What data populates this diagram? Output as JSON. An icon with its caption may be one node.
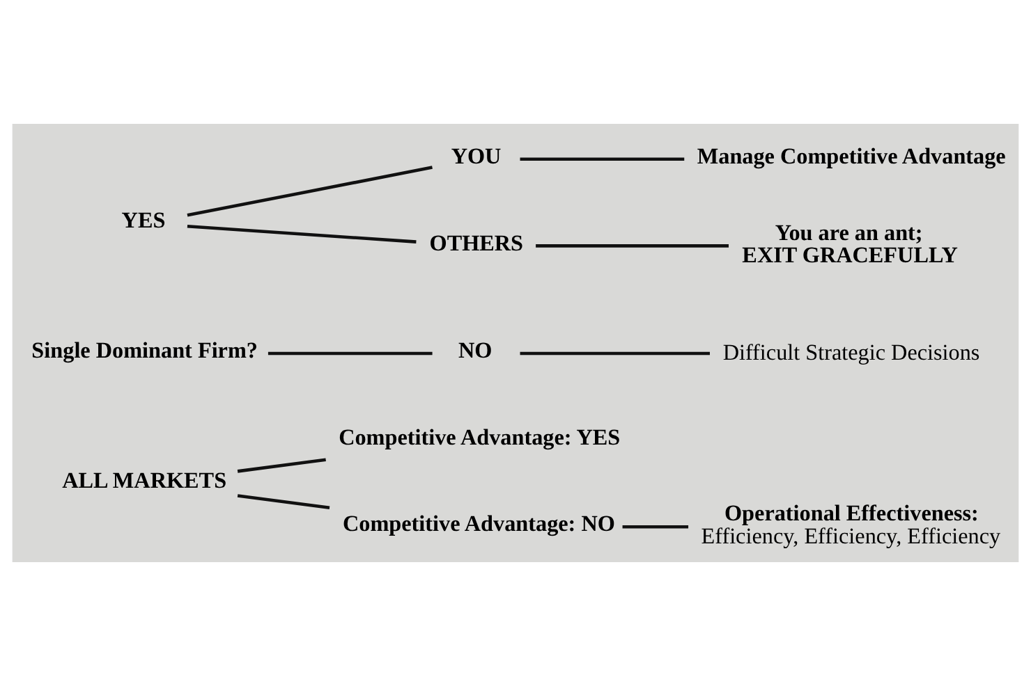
{
  "diagram": {
    "nodes": [
      {
        "text": [
          "ALL MARKETS"
        ]
      },
      {
        "text": [
          "Competitive Advantage: YES"
        ]
      },
      {
        "text": [
          "Competitive Advantage: NO"
        ]
      },
      {
        "text": [
          "Single Dominant Firm?"
        ]
      },
      {
        "text": [
          "YES"
        ]
      },
      {
        "text": [
          "NO"
        ]
      },
      {
        "text": [
          "YOU"
        ]
      },
      {
        "text": [
          "OTHERS"
        ]
      },
      {
        "text": [
          "Manage Competitive Advantage"
        ]
      },
      {
        "text": [
          "You are an ant;",
          "EXIT GRACEFULLY"
        ]
      },
      {
        "text": [
          "Difficult Strategic Decisions"
        ]
      },
      {
        "text": [
          "Operational Effectiveness:",
          "Efficiency, Efficiency, Efficiency"
        ]
      }
    ],
    "edges": [
      {
        "from": 0,
        "to": 1,
        "arrow": "none"
      },
      {
        "from": 0,
        "to": 2,
        "arrow": "none"
      },
      {
        "from": 4,
        "to": 6,
        "arrow": "none"
      },
      {
        "from": 6,
        "to": 8,
        "arrow": "none"
      },
      {
        "from": 4,
        "to": 7,
        "arrow": "none"
      },
      {
        "from": 7,
        "to": 9,
        "arrow": "none"
      },
      {
        "from": 3,
        "to": 5,
        "arrow": "none"
      },
      {
        "from": 5,
        "to": 10,
        "arrow": "none"
      },
      {
        "from": 2,
        "to": 11,
        "arrow": "none"
      }
    ]
  }
}
